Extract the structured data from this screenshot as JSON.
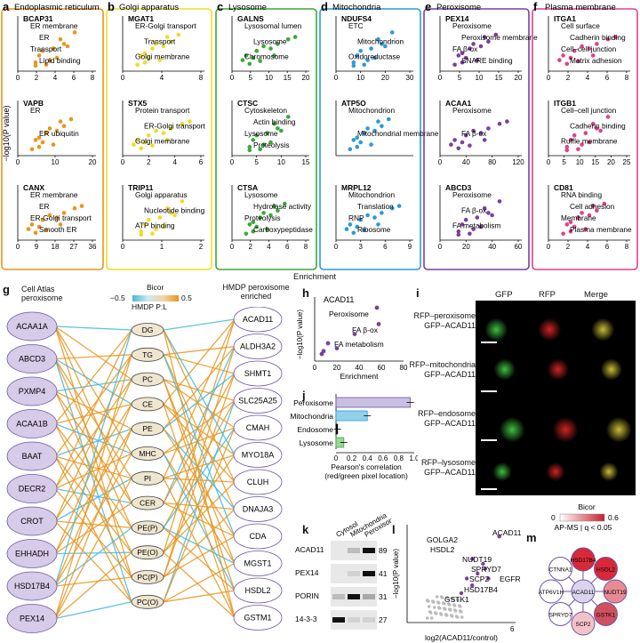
{
  "colors": {
    "er": "#e8951e",
    "golgi": "#eedd22",
    "lyso": "#3aa93a",
    "mito": "#2d9ad6",
    "perox": "#7b3f9e",
    "pm": "#e0408a",
    "lipid": "#e8951e",
    "pearson_line": "#45b8d8"
  },
  "panel_a": {
    "letter": "a",
    "title": "Endoplasmic reticulum",
    "subs": [
      {
        "gene": "BCAP31",
        "labels": [
          "ER membrane",
          "ER",
          "Transport",
          "Lipid binding"
        ],
        "xticks": [
          "0",
          "2",
          "4",
          "6",
          "8"
        ]
      },
      {
        "gene": "VAPB",
        "labels": [
          "ER",
          "ER ubiquitin"
        ],
        "xticks": [
          "0",
          "10",
          "20"
        ]
      },
      {
        "gene": "CANX",
        "labels": [
          "ER membrane",
          "ER",
          "ER-Golgi transport",
          "Smooth ER"
        ],
        "xticks": [
          "0",
          "9",
          "18",
          "27",
          "36"
        ]
      }
    ]
  },
  "panel_b": {
    "letter": "b",
    "title": "Golgi apparatus",
    "subs": [
      {
        "gene": "MGAT1",
        "labels": [
          "ER-Golgi transport",
          "Transport",
          "Golgi membrane"
        ],
        "xticks": [
          "0",
          "4",
          "8"
        ]
      },
      {
        "gene": "STX5",
        "labels": [
          "Protein transport",
          "ER-Golgi transport",
          "Golgi membrane"
        ],
        "xticks": [
          "0",
          "2",
          "4",
          "6"
        ]
      },
      {
        "gene": "TRIP11",
        "labels": [
          "Golgi apparatus",
          "Nucleotide binding",
          "ATP binding"
        ],
        "xticks": [
          "0",
          "1",
          "2"
        ]
      }
    ]
  },
  "panel_c": {
    "letter": "c",
    "title": "Lysosome",
    "subs": [
      {
        "gene": "GALNS",
        "labels": [
          "Lysosomal lumen",
          "Lysosome",
          "Chromosome"
        ],
        "xticks": [
          "0",
          "5",
          "10",
          "15",
          "20"
        ]
      },
      {
        "gene": "CTSC",
        "labels": [
          "Cytoskeleton",
          "Actin binding",
          "Lysosome",
          "Proteolysis"
        ],
        "xticks": [
          "0",
          "5",
          "10",
          "15"
        ]
      },
      {
        "gene": "CTSA",
        "labels": [
          "Lysosome",
          "Hydrolase activity",
          "Proteolysis",
          "Carboxypeptidase"
        ],
        "xticks": [
          "0",
          "2",
          "4",
          "6",
          "8"
        ]
      }
    ]
  },
  "panel_d": {
    "letter": "d",
    "title": "Mitochondria",
    "subs": [
      {
        "gene": "NDUFS4",
        "labels": [
          "ETC",
          "Mitochondrion",
          "Oxidoreductase"
        ],
        "xticks": [
          "0",
          "10",
          "20",
          "30"
        ]
      },
      {
        "gene": "ATP5O",
        "labels": [
          "Mitochondrion",
          "Mitochondrial membrane"
        ],
        "xticks": []
      },
      {
        "gene": "MRPL12",
        "labels": [
          "Mitochondrion",
          "Translation",
          "RNP",
          "Ribosome"
        ],
        "xticks": [
          "0",
          "3",
          "6",
          "9"
        ]
      }
    ]
  },
  "panel_e": {
    "letter": "e",
    "title": "Peroxisome",
    "subs": [
      {
        "gene": "PEX14",
        "labels": [
          "Peroxisome",
          "Peroxisome membrane",
          "FA β-ox",
          "SNARE binding"
        ],
        "xticks": [
          "0",
          "5",
          "10",
          "15",
          "20"
        ]
      },
      {
        "gene": "ACAA1",
        "labels": [
          "Peroxisome",
          "FA β-ox"
        ],
        "xticks": [
          "0",
          "40",
          "80",
          "120"
        ]
      },
      {
        "gene": "ABCD3",
        "labels": [
          "Peroxisome",
          "FA β-ox",
          "FA metabolism"
        ],
        "xticks": [
          "0",
          "20",
          "40",
          "60"
        ]
      }
    ]
  },
  "panel_f": {
    "letter": "f",
    "title": "Plasma membrane",
    "subs": [
      {
        "gene": "ITGA1",
        "labels": [
          "Cell surface",
          "Cadherin binding",
          "Cell–cell junction",
          "Matrix adhesion"
        ],
        "xticks": [
          "0",
          "2",
          "4",
          "6",
          "8"
        ]
      },
      {
        "gene": "ITGB1",
        "labels": [
          "Cell–cell junction",
          "Cadherin binding",
          "Ruffle membrane"
        ],
        "xticks": [
          "0",
          "5",
          "10",
          "15",
          "20",
          "25"
        ]
      },
      {
        "gene": "CD81",
        "labels": [
          "RNA binding",
          "Cell adhesion",
          "Membrane",
          "Plasma membrane"
        ],
        "xticks": [
          "0",
          "2",
          "4",
          "6",
          "8"
        ]
      }
    ]
  },
  "ylabel": "−log10(P value)",
  "xlabel": "Enrichment",
  "panel_g": {
    "letter": "g",
    "left_title": "Cell Atlas peroxisome",
    "right_title": "HMDP peroxisome enriched",
    "legend_title": "Bicor",
    "legend_min": "−0.5",
    "legend_max": "0.5",
    "legend_sub": "HMDP P:L",
    "left": [
      "ACAA1A",
      "ABCD3",
      "PXMP4",
      "ACAA1B",
      "BAAT",
      "DECR2",
      "CROT",
      "EHHADH",
      "HSD17B4",
      "PEX14"
    ],
    "middle": [
      "DG",
      "TG",
      "PC",
      "CE",
      "PE",
      "MHC",
      "PI",
      "CER",
      "PE(P)",
      "PE(O)",
      "PC(P)",
      "PC(O)"
    ],
    "right": [
      "ACAD11",
      "ALDH3A2",
      "SHMT1",
      "SLC25A25",
      "CMAH",
      "MYO18A",
      "CLUH",
      "DNAJA3",
      "CDA",
      "MGST1",
      "HSDL2",
      "GSTM1"
    ]
  },
  "panel_h": {
    "letter": "h",
    "gene": "ACAD11",
    "labels": [
      "Peroxisome",
      "FA β-ox",
      "FA metabolism"
    ],
    "xticks": [
      "0",
      "20",
      "40",
      "60",
      "80"
    ],
    "xlabel": "Enrichment",
    "ylabel": "−log10(P value)"
  },
  "panel_i": {
    "letter": "i",
    "cols": [
      "GFP",
      "RFP",
      "Merge"
    ],
    "rows": [
      [
        "RFP–peroxisome",
        "GFP–ACAD11"
      ],
      [
        "RFP–mitochondria",
        "GFP–ACAD11"
      ],
      [
        "RFP–endosome",
        "GFP–ACAD11"
      ],
      [
        "RFP–lysosome",
        "GFP–ACAD11"
      ]
    ]
  },
  "panel_j": {
    "letter": "j",
    "xlabel": "Pearson's correlation",
    "xlabel2": "(red/green pixel location)",
    "xticks": [
      "0",
      "0.2",
      "0.4",
      "0.6",
      "0.8",
      "1.0"
    ]
  },
  "chart_data": {
    "type": "bar",
    "orientation": "horizontal",
    "categories": [
      "Peroxisome",
      "Mitochondria",
      "Endosome",
      "Lysosome"
    ],
    "values": [
      0.95,
      0.4,
      0.02,
      0.1
    ],
    "xlabel": "Pearson's correlation",
    "xlim": [
      0,
      1
    ]
  },
  "panel_k": {
    "letter": "k",
    "cols": [
      "Cytosol",
      "Mitochondria",
      "Peroxisome"
    ],
    "rows": [
      "ACAD11",
      "PEX14",
      "PORIN",
      "14-3-3"
    ],
    "sizes": [
      "89",
      "41",
      "31",
      "27"
    ]
  },
  "panel_l": {
    "letter": "l",
    "labels": [
      "GOLGA2",
      "ACAD11",
      "HSDL2",
      "NUDT19",
      "SPRYD7",
      "SCP2",
      "EGFR",
      "HSD17B4",
      "GSTK1"
    ],
    "xlabel": "log2(ACAD11/control)",
    "xtick_max": "6",
    "ylabel": "−log10(P value)"
  },
  "panel_m": {
    "letter": "m",
    "legend_title": "Bicor",
    "legend_min": "0",
    "legend_max": "0.6",
    "subtitle": "AP-MS | q < 0.05",
    "center": "ACAD11",
    "nodes": [
      "HSD17B4",
      "HSDL2",
      "NUDT19",
      "GSTK1",
      "SCP2",
      "SPRYD7",
      "ATP6V1H",
      "CTNNA1"
    ]
  }
}
